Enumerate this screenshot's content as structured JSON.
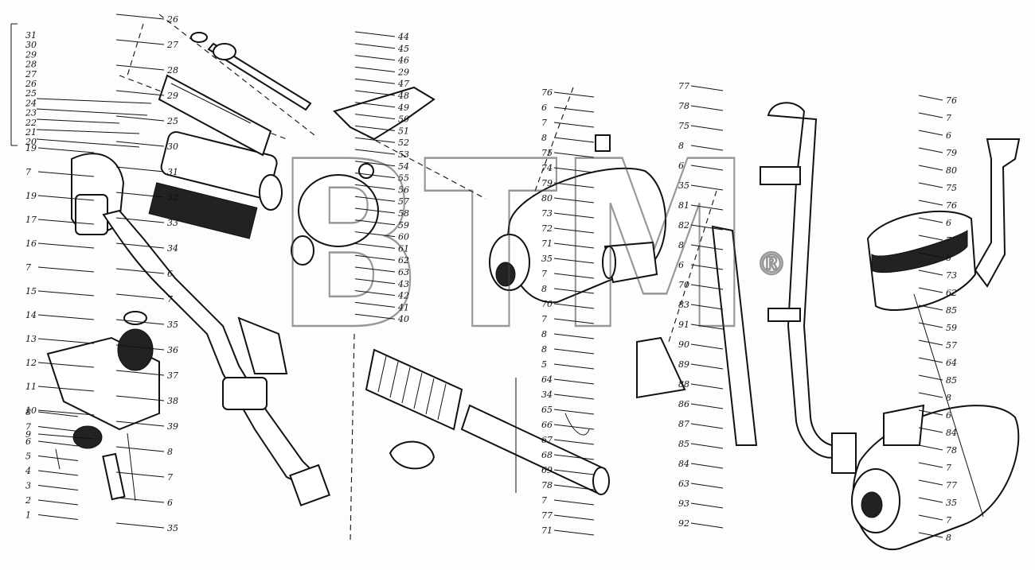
{
  "watermark": {
    "text": "BTM",
    "mark": "®"
  },
  "callout_groups": [
    {
      "id": "g1",
      "labels": [
        "31",
        "30",
        "29",
        "28",
        "27",
        "26",
        "25",
        "24",
        "23",
        "22",
        "21",
        "20"
      ]
    },
    {
      "id": "g2",
      "labels": [
        "19",
        "7",
        "19",
        "17",
        "16",
        "7",
        "15",
        "14",
        "13",
        "12",
        "11",
        "10",
        "9"
      ]
    },
    {
      "id": "g3",
      "labels": [
        "8",
        "7",
        "6",
        "5",
        "4",
        "3",
        "2",
        "1"
      ]
    },
    {
      "id": "g4",
      "labels": [
        "26",
        "27",
        "28",
        "29",
        "25",
        "30",
        "31",
        "32",
        "33",
        "34",
        "6",
        "7",
        "35",
        "36",
        "37",
        "38",
        "39",
        "8",
        "7",
        "6",
        "35"
      ]
    },
    {
      "id": "g5",
      "labels": [
        "44",
        "45",
        "46",
        "29",
        "47",
        "48",
        "49",
        "50",
        "51",
        "52",
        "53",
        "54",
        "55",
        "56",
        "57",
        "58",
        "59",
        "60",
        "61",
        "62",
        "63",
        "43",
        "42",
        "41",
        "40"
      ]
    },
    {
      "id": "g6",
      "labels": [
        "76",
        "6",
        "7",
        "8",
        "75",
        "74",
        "79",
        "80",
        "73",
        "72",
        "71",
        "35",
        "7",
        "8",
        "70",
        "7",
        "8",
        "8",
        "5",
        "64",
        "34",
        "65",
        "66",
        "67",
        "68",
        "69",
        "78",
        "7",
        "77",
        "71"
      ]
    },
    {
      "id": "g7",
      "labels": [
        "77",
        "78",
        "75",
        "8",
        "6",
        "35",
        "81",
        "82",
        "8",
        "6",
        "70",
        "83",
        "91",
        "90",
        "89",
        "88",
        "86",
        "87",
        "85",
        "84",
        "63",
        "93",
        "92"
      ]
    },
    {
      "id": "g8",
      "labels": [
        "76",
        "7",
        "6",
        "79",
        "80",
        "75",
        "76",
        "6",
        "7",
        "8",
        "73",
        "62",
        "85",
        "59",
        "57",
        "64",
        "85",
        "8",
        "6",
        "84",
        "78",
        "7",
        "77",
        "35",
        "7",
        "8"
      ]
    }
  ]
}
